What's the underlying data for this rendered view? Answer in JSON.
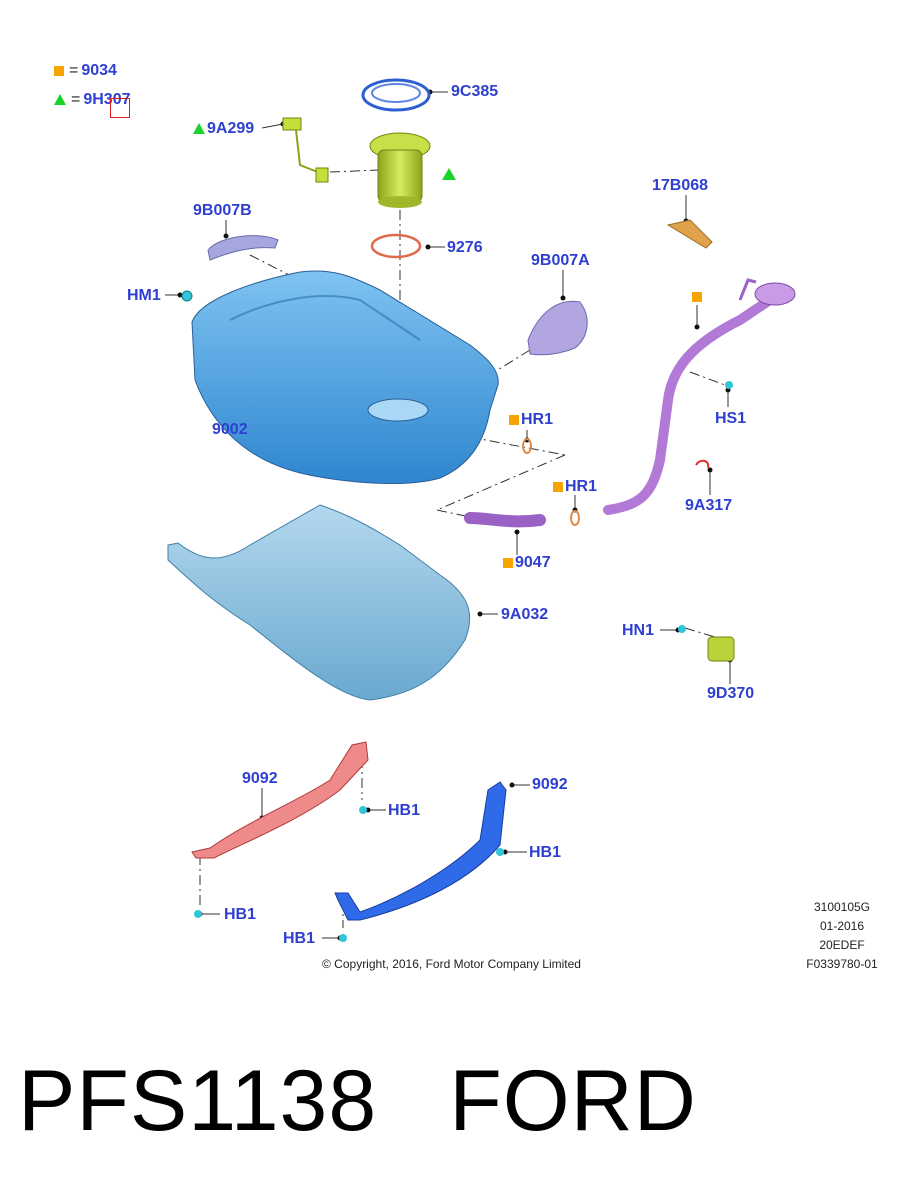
{
  "legend": [
    {
      "symbol": "square",
      "eq": "=",
      "code": "9034"
    },
    {
      "symbol": "triangle",
      "eq": "=",
      "code": "9H307"
    }
  ],
  "labels": {
    "l_9C385": "9C385",
    "l_9A299": "9A299",
    "l_17B068": "17B068",
    "l_9B007B": "9B007B",
    "l_9276": "9276",
    "l_9B007A": "9B007A",
    "l_HM1": "HM1",
    "l_HR1a": "HR1",
    "l_HS1": "HS1",
    "l_9002": "9002",
    "l_HR1b": "HR1",
    "l_9A317": "9A317",
    "l_9047": "9047",
    "l_9A032": "9A032",
    "l_HN1": "HN1",
    "l_9D370": "9D370",
    "l_9092a": "9092",
    "l_9092b": "9092",
    "l_HB1a": "HB1",
    "l_HB1b": "HB1",
    "l_HB1c": "HB1",
    "l_HB1d": "HB1"
  },
  "reference": {
    "line1": "3100105G",
    "line2": "01-2016",
    "line3": "20EDEF",
    "line4": "F0339780-01"
  },
  "copyright": "© Copyright, 2016, Ford Motor Company Limited",
  "caption": {
    "part_number": "PFS1138",
    "brand": "FORD"
  },
  "colors": {
    "label_blue": "#2e3fd1",
    "marker_orange": "#f5a400",
    "marker_green": "#19d22a",
    "tank_blue": "#5aa8e6",
    "shield_blue": "#8cc0de",
    "filler_purple": "#b27ad6",
    "strap_red": "#e07070",
    "strap_blue": "#1f5fe0",
    "pump_green": "#b9d43a",
    "clip_cyan": "#2ec6d8"
  }
}
